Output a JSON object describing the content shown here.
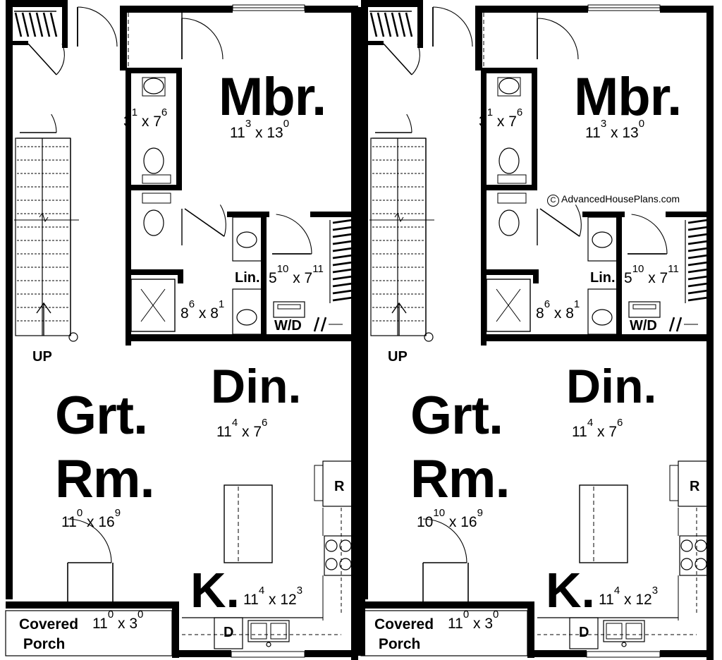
{
  "units": [
    {
      "mbr": {
        "name": "Mbr.",
        "w_ft": "11",
        "w_in": "3",
        "l_ft": "13",
        "l_in": "0"
      },
      "bath1": {
        "w_ft": "3",
        "w_in": "1",
        "l_ft": "7",
        "l_in": "6"
      },
      "bath2": {
        "w_ft": "8",
        "w_in": "6",
        "l_ft": "8",
        "l_in": "1"
      },
      "closet": {
        "w_ft": "5",
        "w_in": "10",
        "l_ft": "7",
        "l_in": "11"
      },
      "lin": "Lin.",
      "wd": "W/D",
      "stair": "UP",
      "din": {
        "name": "Din.",
        "w_ft": "11",
        "w_in": "4",
        "l_ft": "7",
        "l_in": "6"
      },
      "grt": {
        "name1": "Grt.",
        "name2": "Rm.",
        "w_ft": "11",
        "w_in": "0",
        "l_ft": "16",
        "l_in": "9"
      },
      "kit": {
        "name": "K.",
        "w_ft": "11",
        "w_in": "4",
        "l_ft": "12",
        "l_in": "3"
      },
      "fridge": "R",
      "dishwasher": "D",
      "porch": {
        "line1": "Covered",
        "line2": "Porch",
        "w_ft": "11",
        "w_in": "0",
        "l_ft": "3",
        "l_in": "0"
      }
    },
    {
      "mbr": {
        "name": "Mbr.",
        "w_ft": "11",
        "w_in": "3",
        "l_ft": "13",
        "l_in": "0"
      },
      "bath1": {
        "w_ft": "3",
        "w_in": "1",
        "l_ft": "7",
        "l_in": "6"
      },
      "bath2": {
        "w_ft": "8",
        "w_in": "6",
        "l_ft": "8",
        "l_in": "1"
      },
      "closet": {
        "w_ft": "5",
        "w_in": "10",
        "l_ft": "7",
        "l_in": "11"
      },
      "lin": "Lin.",
      "wd": "W/D",
      "stair": "UP",
      "din": {
        "name": "Din.",
        "w_ft": "11",
        "w_in": "4",
        "l_ft": "7",
        "l_in": "6"
      },
      "grt": {
        "name1": "Grt.",
        "name2": "Rm.",
        "w_ft": "10",
        "w_in": "10",
        "l_ft": "16",
        "l_in": "9"
      },
      "kit": {
        "name": "K.",
        "w_ft": "11",
        "w_in": "4",
        "l_ft": "12",
        "l_in": "3"
      },
      "fridge": "R",
      "dishwasher": "D",
      "porch": {
        "line1": "Covered",
        "line2": "Porch",
        "w_ft": "11",
        "w_in": "0",
        "l_ft": "3",
        "l_in": "0"
      }
    }
  ],
  "watermark": {
    "symbol": "C",
    "text": "AdvancedHousePlans.com"
  }
}
